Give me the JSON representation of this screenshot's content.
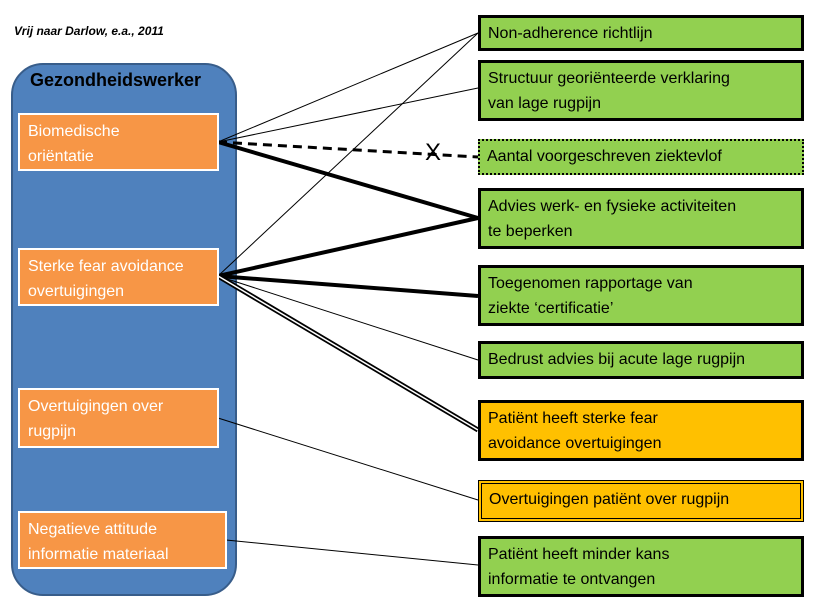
{
  "caption": "Vrij naar Darlow, e.a., 2011",
  "left_panel": {
    "title": "Gezondheidswerker",
    "items": [
      {
        "id": "bio",
        "line1": "Biomedische",
        "line2": "oriëntatie"
      },
      {
        "id": "fear",
        "line1": "Sterke fear avoidance",
        "line2": "overtuigingen"
      },
      {
        "id": "beliefs",
        "line1": "Overtuigingen over",
        "line2": "rugpijn"
      },
      {
        "id": "attitude",
        "line1": "Negatieve attitude",
        "line2": "informatie materiaal"
      }
    ]
  },
  "outcomes": [
    {
      "id": "nonadh",
      "line1": "Non-adherence richtlijn",
      "line2": ""
    },
    {
      "id": "struct",
      "line1": "Structuur georiënteerde verklaring",
      "line2": "van lage rugpijn"
    },
    {
      "id": "sick",
      "line1": "Aantal voorgeschreven ziektevlof",
      "line2": ""
    },
    {
      "id": "advies",
      "line1": "Advies werk- en fysieke activiteiten",
      "line2": "te beperken"
    },
    {
      "id": "report",
      "line1": "Toegenomen rapportage van",
      "line2": "ziekte ‘certificatie’"
    },
    {
      "id": "bedrest",
      "line1": "Bedrust advies bij acute lage rugpijn",
      "line2": ""
    },
    {
      "id": "patfear",
      "line1": "Patiënt heeft sterke fear",
      "line2": "avoidance overtuigingen"
    },
    {
      "id": "patbel",
      "line1": "Overtuigingen patiënt over rugpijn",
      "line2": ""
    },
    {
      "id": "patinfo",
      "line1": "Patiënt heeft minder kans",
      "line2": "informatie te ontvangen"
    }
  ],
  "no_effect_marker": "X",
  "colors": {
    "panel": "#4f81bd",
    "left_box": "#f79646",
    "outcome_green": "#92d050",
    "outcome_orange": "#ffc000"
  }
}
